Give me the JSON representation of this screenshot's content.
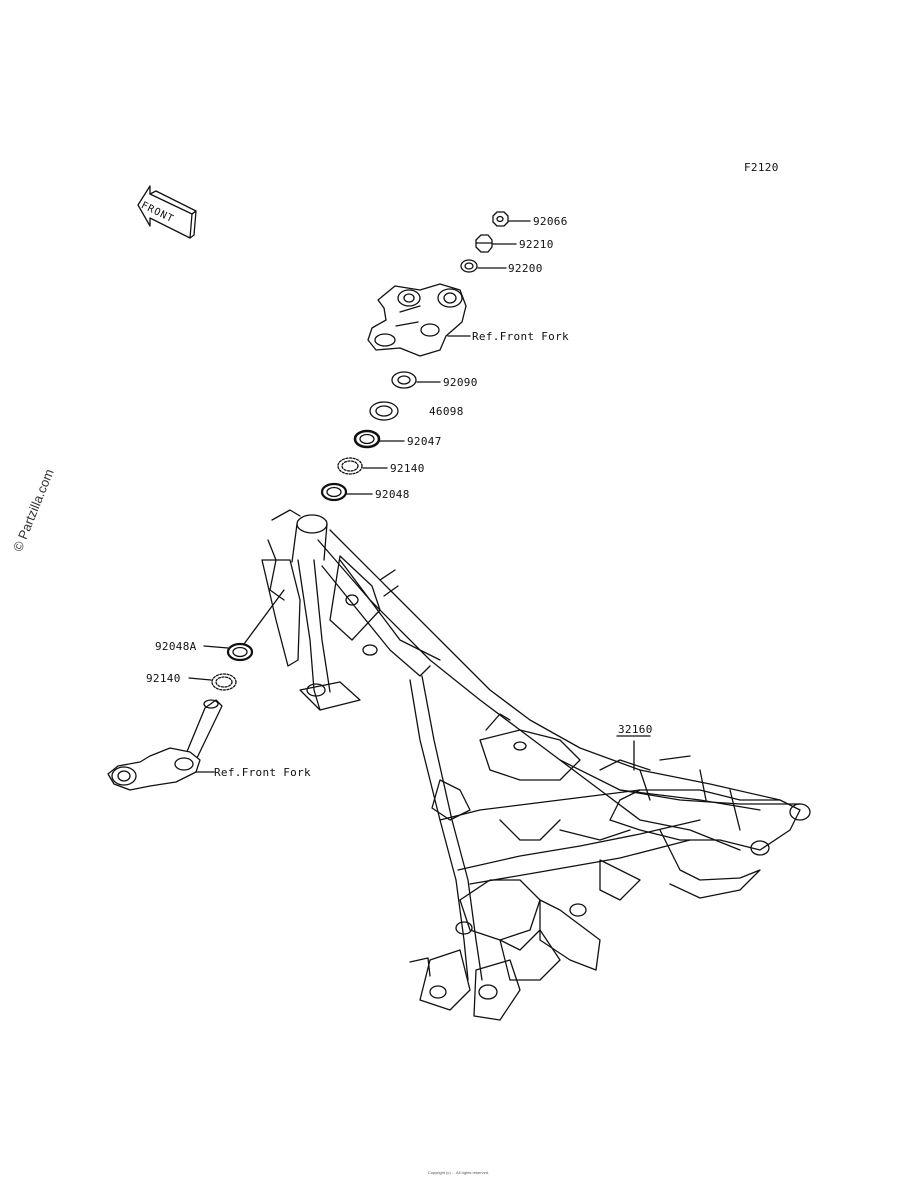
{
  "diagram_code": "F2120",
  "watermark": "© Partzilla.com",
  "front_arrow": "FRONT",
  "parts": {
    "p92066": "92066",
    "p92210": "92210",
    "p92200": "92200",
    "ref_front_fork_upper": "Ref.Front Fork",
    "p92090": "92090",
    "p46098": "46098",
    "p92047": "92047",
    "p92140_upper": "92140",
    "p92048": "92048",
    "p92048A": "92048A",
    "p92140_lower": "92140",
    "ref_front_fork_lower": "Ref.Front Fork",
    "p32160": "32160"
  },
  "copyright": "Copyright (c) ... All rights reserved."
}
